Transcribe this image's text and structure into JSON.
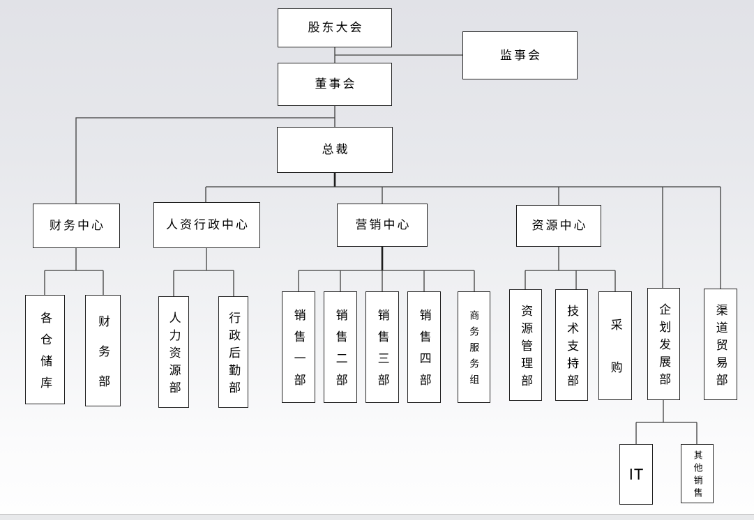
{
  "diagram": {
    "type": "organization-chart",
    "nodes": {
      "shareholders_meeting": "股东大会",
      "supervisory_board": "监事会",
      "board_of_directors": "董事会",
      "president": "总裁",
      "finance_center": "财务中心",
      "hr_admin_center": "人资行政中心",
      "marketing_center": "营销中心",
      "resource_center": "资源中心",
      "warehouses": "各仓储库",
      "finance_dept": "财务部",
      "hr_dept": "人力资源部",
      "admin_logistics_dept": "行政后勤部",
      "sales_dept_1": "销售一部",
      "sales_dept_2": "销售二部",
      "sales_dept_3": "销售三部",
      "sales_dept_4": "销售四部",
      "business_service_group": "商务服务组",
      "resource_management_dept": "资源管理部",
      "technical_support_dept": "技术支持部",
      "procurement": "采购",
      "planning_development_dept": "企划发展部",
      "channel_trade_dept": "渠道贸易部",
      "it_dept": "IT",
      "other_sales": "其他销售"
    },
    "edges": [
      {
        "from": "shareholders_meeting",
        "to": "supervisory_board"
      },
      {
        "from": "shareholders_meeting",
        "to": "board_of_directors"
      },
      {
        "from": "board_of_directors",
        "to": "president"
      },
      {
        "from": "board_of_directors",
        "to": "finance_center"
      },
      {
        "from": "president",
        "to": "hr_admin_center"
      },
      {
        "from": "president",
        "to": "marketing_center"
      },
      {
        "from": "president",
        "to": "resource_center"
      },
      {
        "from": "president",
        "to": "planning_development_dept"
      },
      {
        "from": "president",
        "to": "channel_trade_dept"
      },
      {
        "from": "finance_center",
        "to": "warehouses"
      },
      {
        "from": "finance_center",
        "to": "finance_dept"
      },
      {
        "from": "hr_admin_center",
        "to": "hr_dept"
      },
      {
        "from": "hr_admin_center",
        "to": "admin_logistics_dept"
      },
      {
        "from": "marketing_center",
        "to": "sales_dept_1"
      },
      {
        "from": "marketing_center",
        "to": "sales_dept_2"
      },
      {
        "from": "marketing_center",
        "to": "sales_dept_3"
      },
      {
        "from": "marketing_center",
        "to": "sales_dept_4"
      },
      {
        "from": "marketing_center",
        "to": "business_service_group"
      },
      {
        "from": "resource_center",
        "to": "resource_management_dept"
      },
      {
        "from": "resource_center",
        "to": "technical_support_dept"
      },
      {
        "from": "resource_center",
        "to": "procurement"
      },
      {
        "from": "planning_development_dept",
        "to": "it_dept"
      },
      {
        "from": "planning_development_dept",
        "to": "other_sales"
      }
    ],
    "colors": {
      "node_fill": "#ffffff",
      "node_border": "#1f1f1f",
      "connector": "#3d3d3d",
      "canvas_top": "#e1e2e7",
      "canvas_bottom": "#fefefe",
      "bottom_strip": "#e8e9eb"
    }
  }
}
